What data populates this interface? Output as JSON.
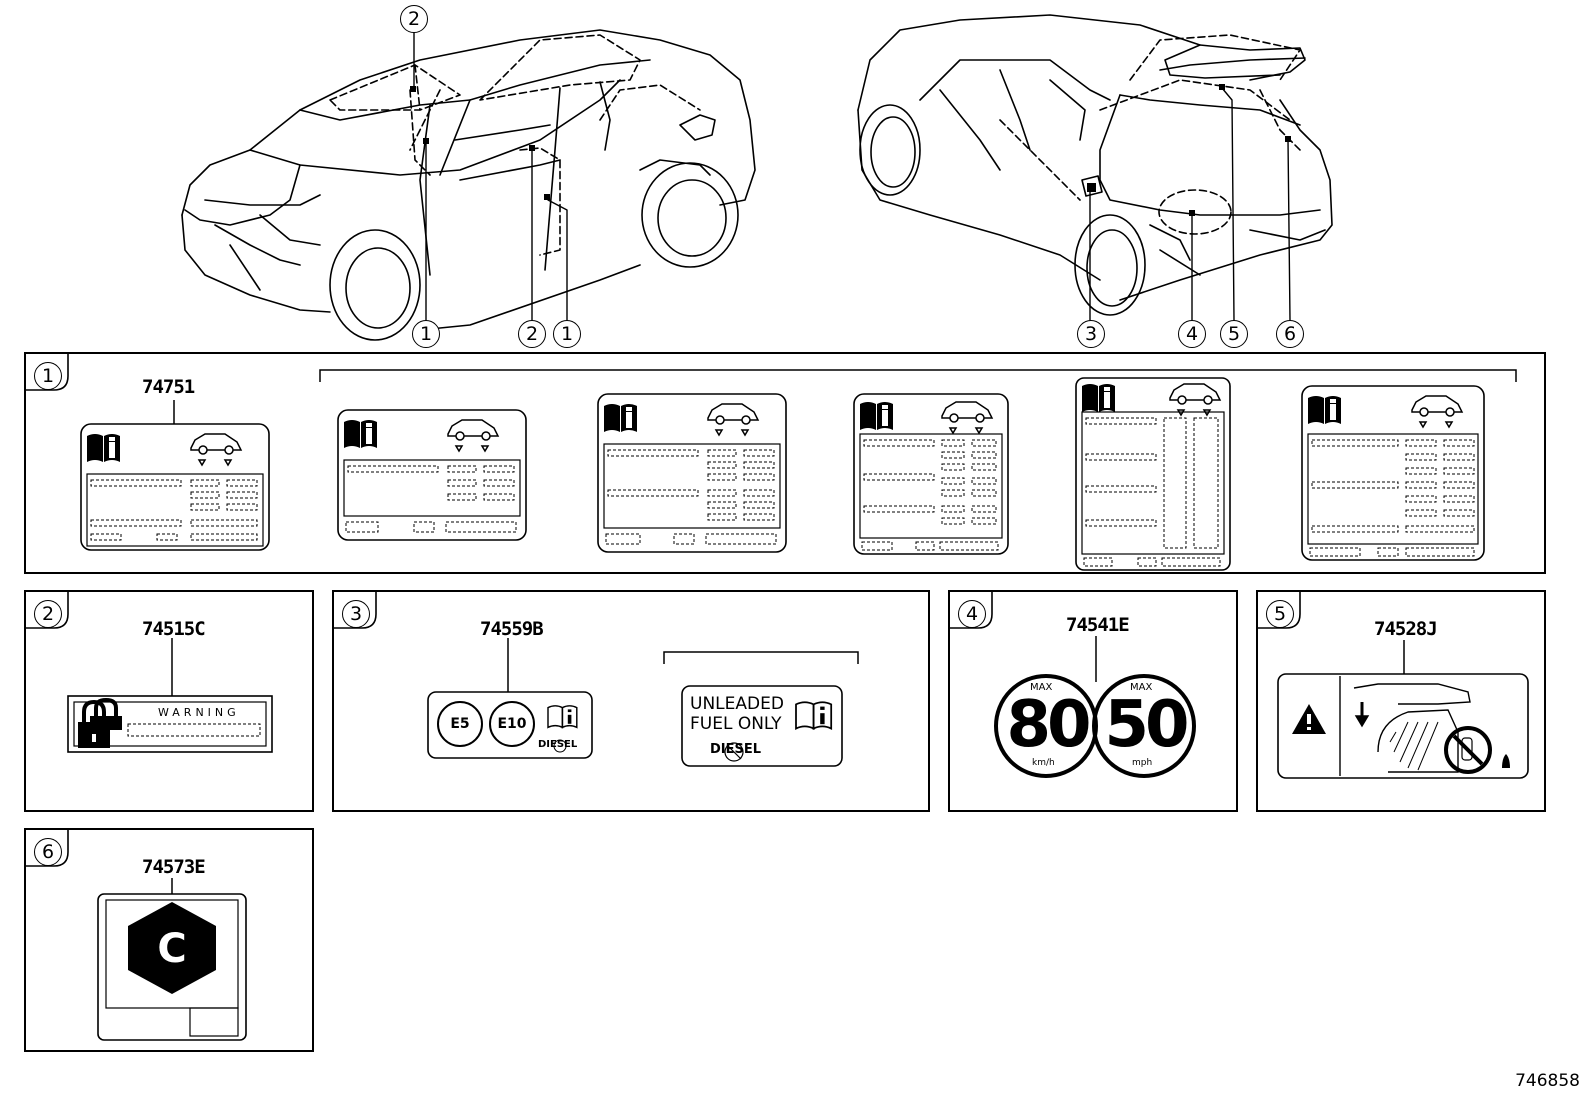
{
  "callouts_top": {
    "front": [
      "2",
      "1",
      "2",
      "1"
    ],
    "rear": [
      "3",
      "4",
      "5",
      "6"
    ]
  },
  "panels": {
    "p1": {
      "index": "1",
      "part": "74751"
    },
    "p2": {
      "index": "2",
      "part": "74515C",
      "label_text": "WARNING"
    },
    "p3": {
      "index": "3",
      "part": "74559B",
      "fuel_e5": "E5",
      "fuel_e10": "E10",
      "diesel_small": "DIESEL",
      "unleaded_line1": "UNLEADED",
      "unleaded_line2": "FUEL ONLY",
      "diesel_large": "DIESEL"
    },
    "p4": {
      "index": "4",
      "part": "74541E",
      "max_label": "MAX",
      "kmh_value": "80",
      "kmh_unit": "km/h",
      "mph_value": "50",
      "mph_unit": "mph"
    },
    "p5": {
      "index": "5",
      "part": "74528J"
    },
    "p6": {
      "index": "6",
      "part": "74573E",
      "letter": "C"
    }
  },
  "diagram_id": "746858",
  "icons": [
    "manual-info-icon",
    "car-tire-icon",
    "padlock-icon",
    "warning-triangle-icon",
    "no-hand-icon",
    "hexagon-c-icon"
  ]
}
